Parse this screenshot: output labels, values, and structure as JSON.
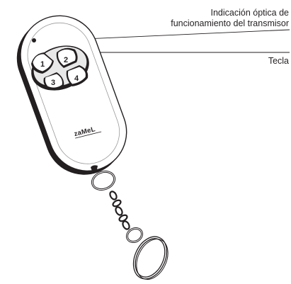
{
  "labels": {
    "led_line1": "Indicación óptica de",
    "led_line2": "funcionamiento del transmisor",
    "key": "Tecla"
  },
  "device": {
    "brand": "zaMeL",
    "buttons": [
      "1",
      "2",
      "3",
      "4"
    ]
  },
  "colors": {
    "ink": "#231f20",
    "body_fill": "#ffffff",
    "shadow_edge": "#231f20"
  }
}
